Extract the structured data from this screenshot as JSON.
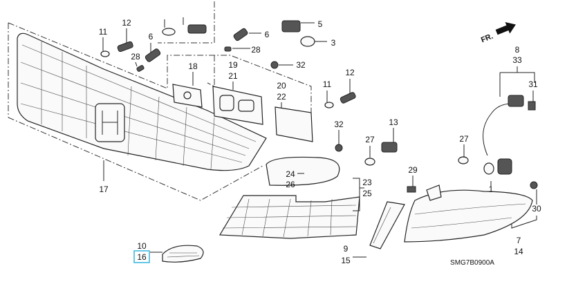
{
  "diagram": {
    "code": "SMG7B0900A",
    "front_indicator": "FR.",
    "highlighted_callout": "16",
    "highlight_color": "#3fb8e0"
  },
  "callouts": [
    "11",
    "12",
    "6",
    "28",
    "6",
    "28",
    "5",
    "3",
    "32",
    "18",
    "19",
    "21",
    "20",
    "22",
    "11",
    "12",
    "32",
    "27",
    "13",
    "27",
    "8",
    "33",
    "31",
    "29",
    "24",
    "26",
    "23",
    "25",
    "1",
    "30",
    "7",
    "14",
    "9",
    "15",
    "10",
    "16",
    "17"
  ]
}
